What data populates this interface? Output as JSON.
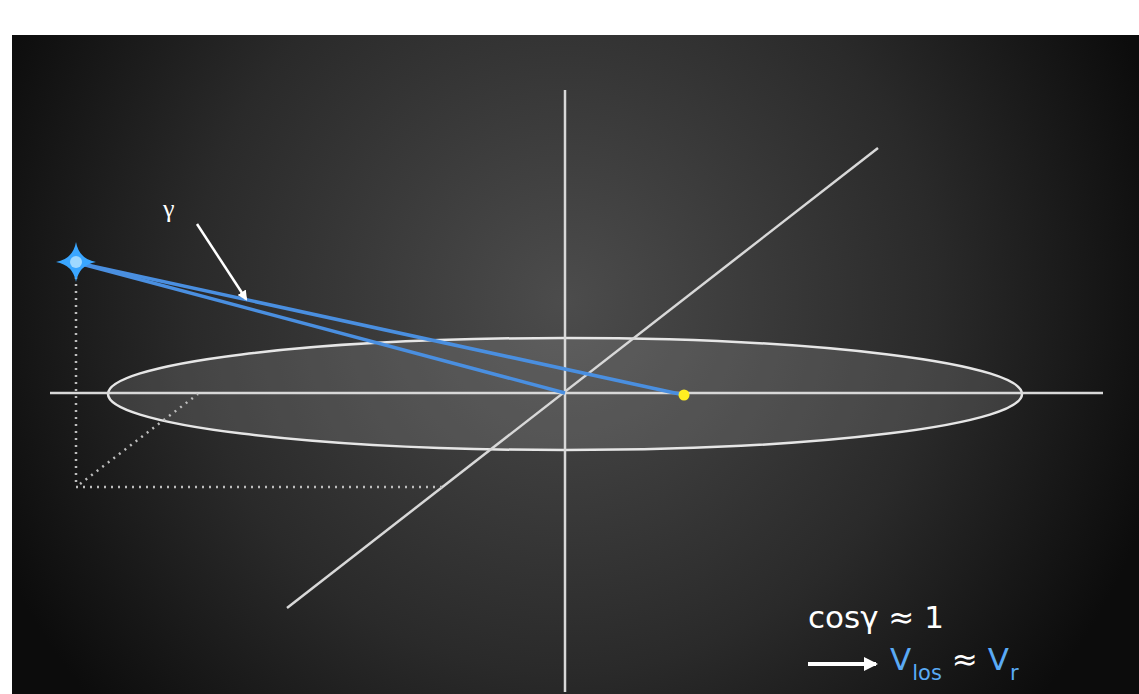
{
  "diagram": {
    "labels": [
      "γ",
      "cosγ ≈ 1",
      "V",
      "los",
      "≈",
      "V",
      "r"
    ]
  }
}
